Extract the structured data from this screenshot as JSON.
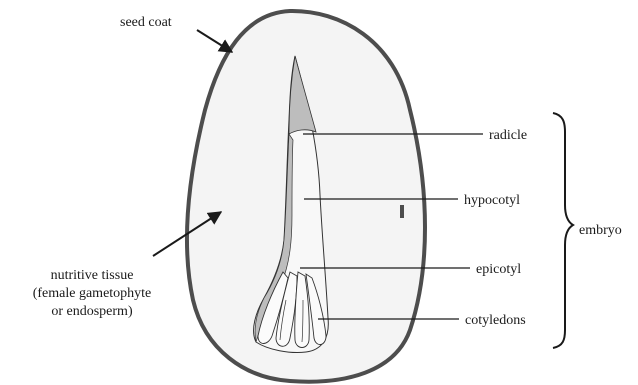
{
  "diagram": {
    "labels": {
      "seed_coat": "seed coat",
      "radicle": "radicle",
      "hypocotyl": "hypocotyl",
      "epicotyl": "epicotyl",
      "cotyledons": "cotyledons",
      "embryo": "embryo",
      "nutritive_line1": "nutritive tissue",
      "nutritive_line2": "(female gametophyte",
      "nutritive_line3": "or endosperm)"
    },
    "colors": {
      "seed_fill": "#f4f4f4",
      "seed_outline": "#4d4d4d",
      "embryo_fill": "#f8f8f8",
      "embryo_shade": "#bdbdbd",
      "line": "#1a1a1a"
    }
  }
}
